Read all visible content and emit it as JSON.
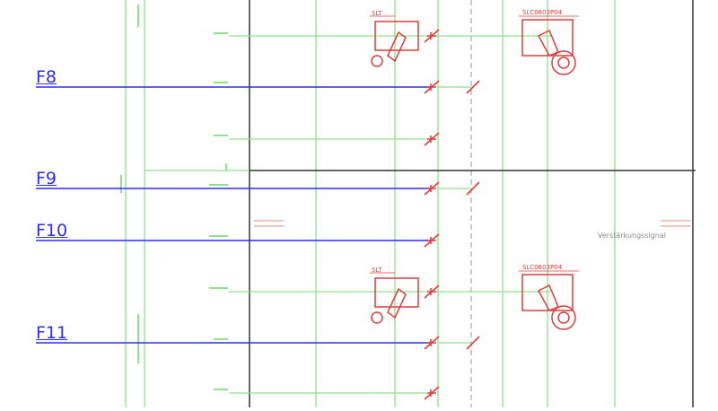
{
  "feeder_labels": [
    "F8",
    "F9",
    "F10",
    "F11"
  ],
  "right_annotation": "Verstärkungssignal",
  "switch_tag_left": "SLT",
  "switch_tag_right": "SLC0603P04",
  "colors": {
    "wire_green": "#8fe08f",
    "frame_black": "#333333",
    "feeder_blue": "#2c2cff",
    "symbol_red": "#e23b3b",
    "dashed_gray": "#aaaaaa"
  },
  "icons": [
    "selector-switch-icon",
    "contact-icon",
    "lamp-icon"
  ]
}
